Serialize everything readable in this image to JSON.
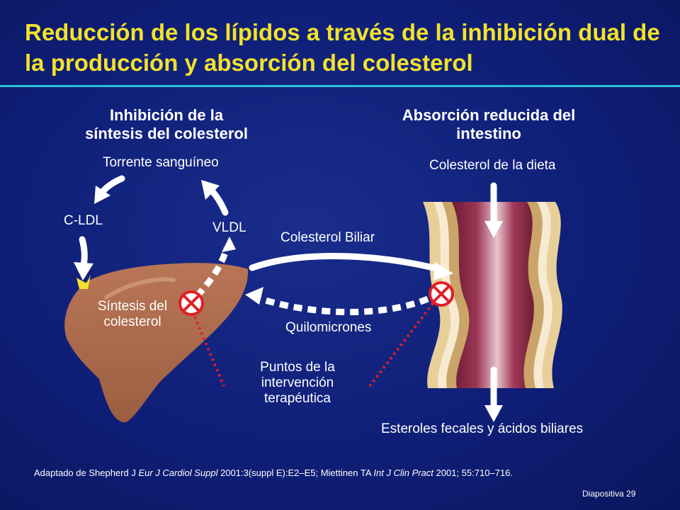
{
  "slide": {
    "title": "Reducción de los lípidos a través de la inhibición dual de la producción y absorción del colesterol",
    "number_label": "Diapositiva 29"
  },
  "left_section": {
    "heading_line1": "Inhibición de la",
    "heading_line2": "síntesis del colesterol",
    "bloodstream": "Torrente sanguíneo",
    "ldl": "C-LDL",
    "vldl": "VLDL",
    "synthesis_line1": "Síntesis del",
    "synthesis_line2": "colesterol"
  },
  "right_section": {
    "heading_line1": "Absorción reducida del",
    "heading_line2": "intestino",
    "dietary": "Colesterol de la dieta",
    "fecal": "Esteroles fecales y ácidos biliares"
  },
  "middle": {
    "biliary": "Colesterol Biliar",
    "chylomicrons": "Quilomicrones",
    "intervention_line1": "Puntos de la",
    "intervention_line2": "intervención",
    "intervention_line3": "terapéutica"
  },
  "citation": {
    "part1": "Adaptado de Shepherd J ",
    "journal1": "Eur J Cardiol Suppl",
    "part2": " 2001:3(suppl E):E2–E5; Miettinen TA ",
    "journal2": "Int J Clin Pract",
    "part3": " 2001; 55:710–716."
  },
  "colors": {
    "background": "#0f1f78",
    "title": "#f2e22a",
    "rule": "#2dbfd9",
    "liver": "#a9694a",
    "inhibitor_x": "#e01f26",
    "intestine_wall": "#e8cf9a",
    "intestine_lumen": "#8b2a45"
  }
}
